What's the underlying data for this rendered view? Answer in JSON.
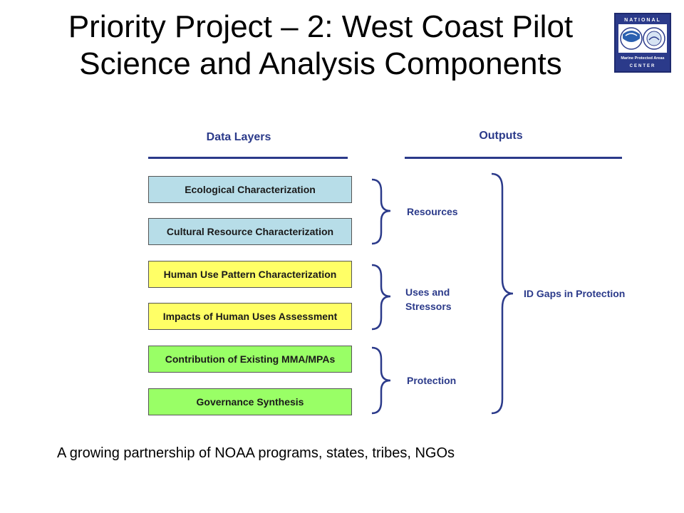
{
  "title": {
    "line1": "Priority Project – 2:  West Coast Pilot",
    "line2": "Science and Analysis Components"
  },
  "logo": {
    "top_text": "NATIONAL",
    "bottom_text": "Marine Protected Areas",
    "footer_text": "CENTER",
    "icon": "noaa-seal-icon"
  },
  "headers": {
    "data_layers": "Data Layers",
    "outputs": "Outputs"
  },
  "layers": [
    {
      "label": "Ecological Characterization",
      "color": "#b7dde8"
    },
    {
      "label": "Cultural Resource Characterization",
      "color": "#b7dde8"
    },
    {
      "label": "Human Use Pattern Characterization",
      "color": "#ffff66"
    },
    {
      "label": "Impacts of Human Uses Assessment",
      "color": "#ffff66"
    },
    {
      "label": "Contribution of Existing MMA/MPAs",
      "color": "#99ff66"
    },
    {
      "label": "Governance Synthesis",
      "color": "#99ff66"
    }
  ],
  "outputs": {
    "resources": "Resources",
    "uses_line1": "Uses and",
    "uses_line2": "Stressors",
    "protection": "Protection",
    "gaps": "ID Gaps in Protection"
  },
  "footer": "A growing partnership of NOAA programs, states, tribes, NGOs",
  "colors": {
    "accent": "#2b3a8a"
  }
}
